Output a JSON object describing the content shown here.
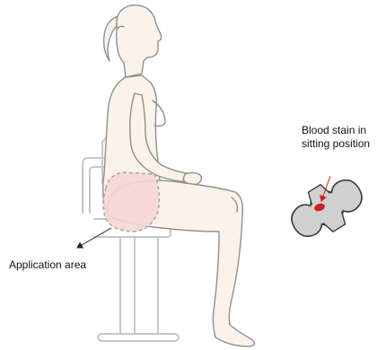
{
  "labels": {
    "application_area": "Application area",
    "blood_stain_line1": "Blood stain in",
    "blood_stain_line2": "sitting position"
  },
  "colors": {
    "skin_fill": "#fbf3ea",
    "skin_outline": "#8f8f8f",
    "chair_outline": "#c7c7c7",
    "application_area_fill": "#f6d6d6",
    "application_area_border": "#a9a9a9",
    "pad_fill": "#d0d0d0",
    "pad_outline": "#3a3a3a",
    "stain_color": "#cc1f1f"
  },
  "icons": [
    "sitting-woman-figure",
    "chair",
    "sanitary-pad-icon",
    "blood-stain-icon"
  ]
}
